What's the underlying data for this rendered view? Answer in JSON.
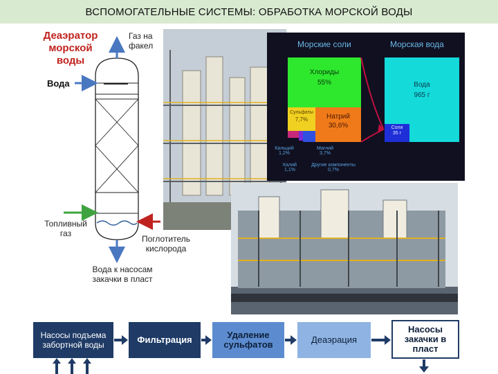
{
  "title": "ВСПОМОГАТЕЛЬНЫЕ СИСТЕМЫ: ОБРАБОТКА МОРСКОЙ ВОДЫ",
  "deaerator": {
    "title_lines": [
      "Деаэратор",
      "морской",
      "воды"
    ],
    "gas_to_flare_lines": [
      "Газ на",
      "факел"
    ],
    "water_in": "Вода",
    "fuel_gas_lines": [
      "Топливный",
      "газ"
    ],
    "oxygen_scavenger_lines": [
      "Поглотитель",
      "кислорода"
    ],
    "water_out_lines": [
      "Вода к насосам",
      "закачки в пласт"
    ]
  },
  "salts_chart": {
    "left_header": "Морские соли",
    "right_header": "Морская вода",
    "chlorides_label": "Хлориды",
    "chlorides_value": "55%",
    "sulfates_label": "Сульфаты",
    "sulfates_value": "7,7%",
    "sodium_label": "Натрий",
    "sodium_value": "30,6%",
    "water_label": "Вода",
    "water_value": "965 г",
    "salts_label": "Соли",
    "salts_value": "35 г",
    "calcium_label": "Кальций",
    "calcium_value": "1,2%",
    "potassium_label": "Калий",
    "potassium_value": "1,1%",
    "magnesium_label": "Магний",
    "magnesium_value": "3,7%",
    "other_label": "Другие компоненты",
    "other_value": "0,7%",
    "colors": {
      "background": "#101020",
      "chlorides": "#2ee82e",
      "sulfates": "#f0d020",
      "sodium": "#f07a1a",
      "water": "#14dada",
      "salts": "#1f2fd8",
      "arrow": "#c01040"
    }
  },
  "flow": {
    "steps": [
      "Насосы подъема забортной воды",
      "Фильтрация",
      "Удаление сульфатов",
      "Деаэрация",
      "Насосы закачки в пласт"
    ],
    "colors": {
      "dark_blue": "#1f3b66",
      "mid_blue": "#5c8ccf",
      "light_blue": "#8fb4e3",
      "arrow": "#1f3b66"
    }
  }
}
